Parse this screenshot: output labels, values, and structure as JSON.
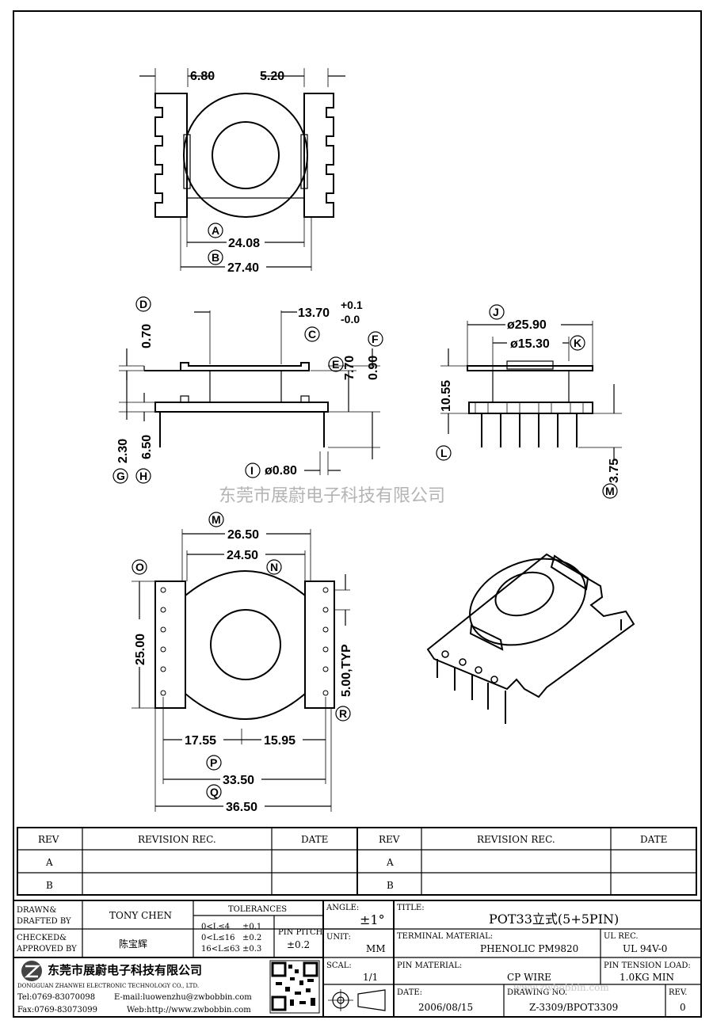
{
  "drawing": {
    "top_view": {
      "dims": [
        "6.80",
        "5.20",
        "24.08",
        "27.40"
      ],
      "markers": [
        "A",
        "B"
      ]
    },
    "front_view": {
      "dims": [
        "0.70",
        "13.70",
        "+0.1",
        "-0.0",
        "2.30",
        "6.50",
        "7.70",
        "0.90",
        "ø0.80"
      ],
      "markers": [
        "D",
        "C",
        "E",
        "F",
        "G",
        "H",
        "I"
      ]
    },
    "side_view": {
      "dims": [
        "ø25.90",
        "ø15.30",
        "10.55",
        "3.75"
      ],
      "markers": [
        "J",
        "K",
        "L",
        "M"
      ]
    },
    "bottom_view": {
      "dims": [
        "26.50",
        "24.50",
        "25.00",
        "5.00,TYP",
        "17.55",
        "15.95",
        "33.50",
        "36.50"
      ],
      "markers": [
        "M",
        "N",
        "O",
        "R",
        "P",
        "Q"
      ]
    },
    "watermark": "东莞市展蔚电子科技有限公司"
  },
  "revision_table": {
    "headers": [
      "REV",
      "REVISION REC.",
      "DATE",
      "REV",
      "REVISION REC.",
      "DATE"
    ],
    "rows": [
      [
        "A",
        "",
        "",
        "A",
        "",
        ""
      ],
      [
        "B",
        "",
        "",
        "B",
        "",
        ""
      ]
    ]
  },
  "title_block": {
    "drawn_label": "DRAWN&",
    "drafted_label": "DRAFTED BY",
    "drawn_by": "TONY CHEN",
    "checked_label": "CHECKED&",
    "approved_label": "APPROVED BY",
    "approved_by": "陈宝辉",
    "tolerances_label": "TOLERANCES",
    "tolerances": [
      [
        "0<L≤4",
        "±0.1"
      ],
      [
        "0<L≤16",
        "±0.2"
      ],
      [
        "16<L≤63",
        "±0.3"
      ]
    ],
    "pin_pitch_label": "PIN PITCH",
    "pin_pitch": "±0.2",
    "angle_label": "ANGLE:",
    "angle": "±1°",
    "unit_label": "UNIT:",
    "unit": "MM",
    "scale_label": "SCAL:",
    "scale": "1/1",
    "title_label": "TITLE:",
    "title": "POT33立式(5+5PIN)",
    "terminal_material_label": "TERMINAL MATERIAL:",
    "terminal_material": "PHENOLIC PM9820",
    "ul_rec_label": "UL REC.",
    "ul_rec": "UL 94V-0",
    "pin_material_label": "PIN MATERIAL:",
    "pin_material": "CP WIRE",
    "pin_tension_label": "PIN TENSION LOAD:",
    "pin_tension": "1.0KG MIN",
    "date_label": "DATE:",
    "date": "2006/08/15",
    "drawing_no_label": "DRAWING NO.",
    "drawing_no": "Z-3309/BPOT3309",
    "rev_label": "REV.",
    "rev": "0",
    "company_name": "东莞市展蔚电子科技有限公司",
    "company_en": "DONGGUAN ZHANWEI ELECTRONIC TECHNOLOGY CO., LTD.",
    "tel": "Tel:0769-83070098",
    "email": "E-mail:luowenzhu@zwbobbin.com",
    "fax": "Fax:0769-83073099",
    "web": "Web:http://www.zwbobbin.com",
    "overlay_url": "www.zwbobbin.com"
  }
}
